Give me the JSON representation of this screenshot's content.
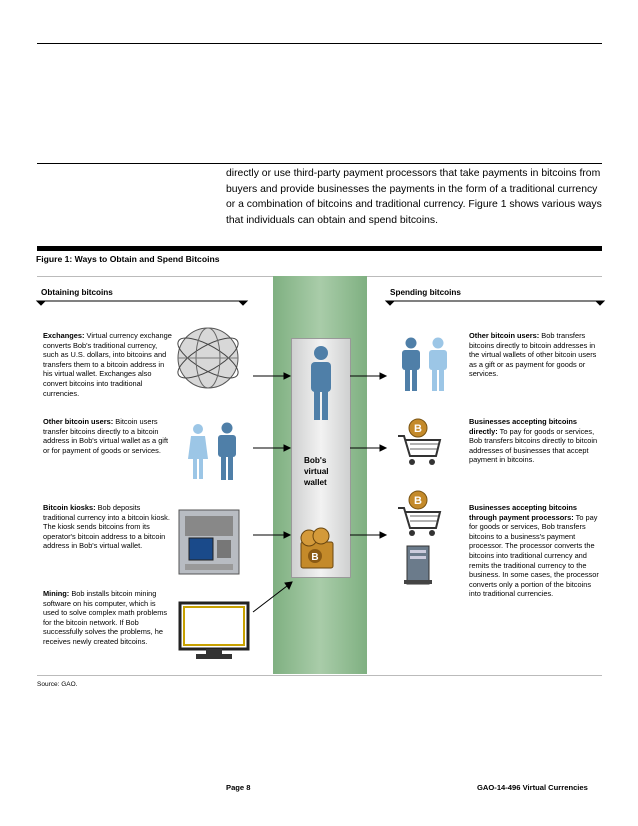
{
  "body_text": "directly or use third-party payment processors that take payments in bitcoins from buyers and provide businesses the payments in the form of a traditional currency or a combination of bitcoins and traditional currency. Figure 1 shows various ways that individuals can obtain and spend bitcoins.",
  "figure": {
    "title": "Figure 1: Ways to Obtain and Spend Bitcoins",
    "obtaining_title": "Obtaining bitcoins",
    "spending_title": "Spending bitcoins",
    "wallet_label_lines": [
      "Bob's",
      "virtual",
      "wallet"
    ],
    "obtain": [
      {
        "bold": "Exchanges:",
        "text": " Virtual currency exchange converts Bob's traditional currency, such as U.S. dollars, into bitcoins and transfers them to a bitcoin address in his virtual wallet. Exchanges also convert bitcoins into traditional currencies."
      },
      {
        "bold": "Other bitcoin users:",
        "text": " Bitcoin users transfer bitcoins directly to a bitcoin address in Bob's virtual wallet as a gift or for payment of goods or services."
      },
      {
        "bold": "Bitcoin kiosks:",
        "text": " Bob deposits traditional currency into a bitcoin kiosk. The kiosk sends bitcoins from its operator's bitcoin address to a bitcoin address in Bob's virtual wallet."
      },
      {
        "bold": "Mining:",
        "text": " Bob installs bitcoin mining software on his computer, which is used to solve complex math problems for the bitcoin network. If Bob successfully solves the problems, he receives newly created bitcoins."
      }
    ],
    "spend": [
      {
        "bold": "Other bitcoin users:",
        "text": " Bob transfers bitcoins directly to bitcoin addresses in the virtual wallets of other bitcoin users as a gift or as payment for goods or services."
      },
      {
        "bold": "Businesses accepting bitcoins directly:",
        "text": " To pay for goods or services, Bob transfers bitcoins directly to bitcoin addresses of businesses that accept payment in bitcoins."
      },
      {
        "bold": "Businesses accepting bitcoins through payment processors:",
        "text": " To pay for goods or services, Bob transfers bitcoins to a business's payment processor. The processor converts the bitcoins into traditional currency and remits the traditional currency to the business. In some cases, the processor converts only a portion of the bitcoins into traditional currencies."
      }
    ],
    "source": "Source: GAO."
  },
  "footer": {
    "page": "Page 8",
    "report": "GAO-14-496  Virtual Currencies"
  },
  "colors": {
    "wallet_green": "#8fbb90",
    "person_male": "#4f7fa8",
    "person_female": "#9cc6e6",
    "coin": "#c48a2a"
  }
}
